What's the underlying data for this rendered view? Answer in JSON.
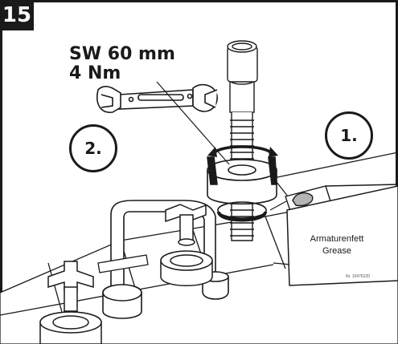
{
  "step": {
    "number": "15"
  },
  "spec": {
    "wrench_size": "SW 60 mm",
    "torque": "4 Nm"
  },
  "badges": {
    "first": "1.",
    "second": "2."
  },
  "grease_tube": {
    "label_de": "Armaturenfett",
    "label_en": "Grease",
    "part_number": "Nr. 10476220"
  },
  "colors": {
    "outline": "#1a1a1a",
    "grease_fill": "#b5b5b5",
    "panel": "#ffffff"
  }
}
